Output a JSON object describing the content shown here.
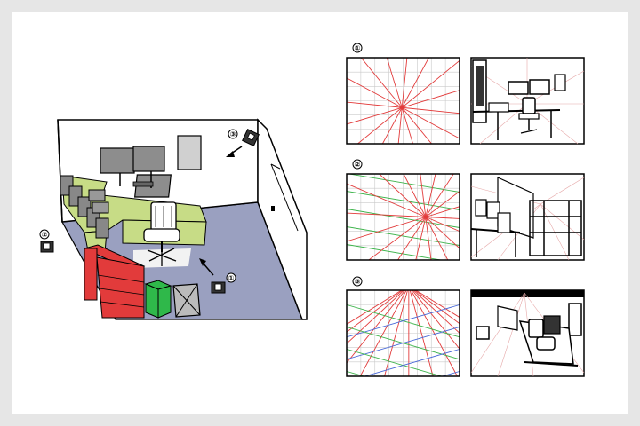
{
  "camera_markers": [
    "①",
    "②",
    "③"
  ],
  "panel_labels": [
    "①",
    "②",
    "③"
  ],
  "colors": {
    "background": "#e6e6e6",
    "floor": "#9aa0c0",
    "desk": "#c7dc86",
    "red_cabinets": "#e23b3b",
    "green_box": "#2fb84a",
    "red_lines": "#e23b3b",
    "green_lines": "#3cb34a",
    "blue_lines": "#4a6ad8",
    "grid_lines": "#c9c9c9"
  },
  "icons": [
    "camera-icon",
    "arrow-icon",
    "office-chair-icon",
    "monitor-icon"
  ]
}
